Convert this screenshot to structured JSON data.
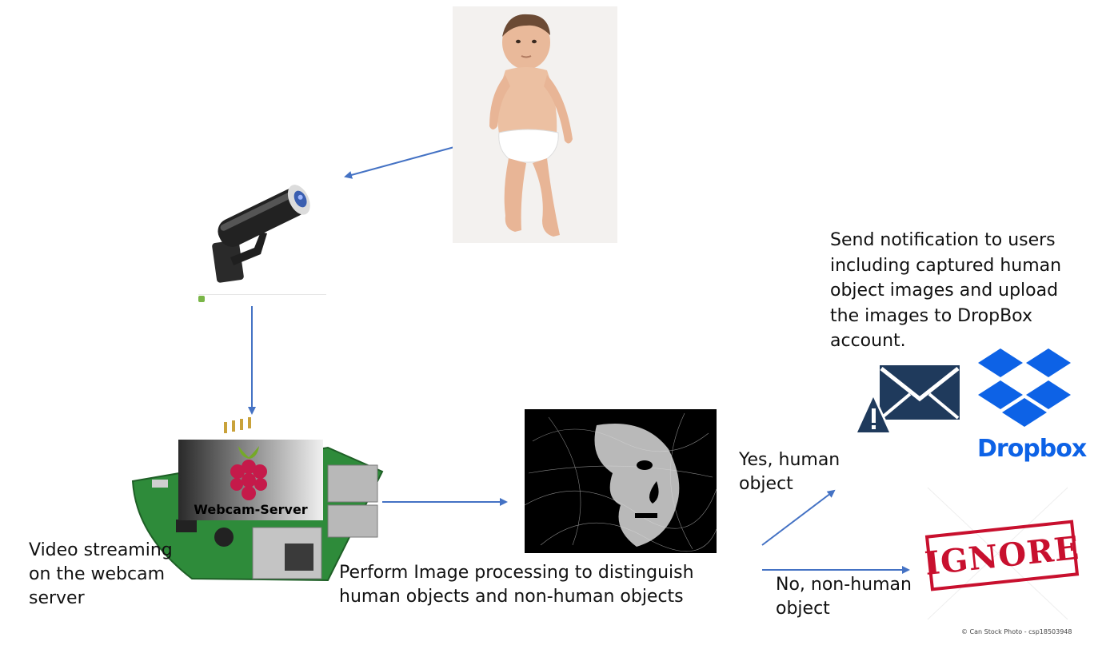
{
  "labels": {
    "video_streaming": [
      "Video streaming",
      "on the webcam",
      "server"
    ],
    "image_processing": [
      "Perform Image processing to distinguish",
      "human objects and non-human objects"
    ],
    "notification": [
      "Send notification to users",
      "including captured human",
      "object images and upload",
      "the images to DropBox",
      "account."
    ],
    "yes_human": [
      "Yes, human",
      "object"
    ],
    "no_human": [
      "No, non-human",
      "object"
    ]
  },
  "badges": {
    "webcam_server": "Webcam-Server",
    "ignore_stamp": "IGNORE",
    "dropbox": "Dropbox",
    "credit": "© Can Stock Photo - csp18503948"
  },
  "colors": {
    "arrow": "#4472c4",
    "dropbox_blue": "#0d62e6",
    "ignore_red": "#c8102e",
    "mail_navy": "#1f3a5c",
    "pcb_green": "#2e8b3a",
    "raspberry": "#c51a4a"
  },
  "icons": [
    "baby-photo",
    "security-camera-icon",
    "raspberry-pi-board",
    "raspberry-logo-icon",
    "processed-face-image",
    "mail-alert-icon",
    "dropbox-icon",
    "ignore-stamp"
  ]
}
